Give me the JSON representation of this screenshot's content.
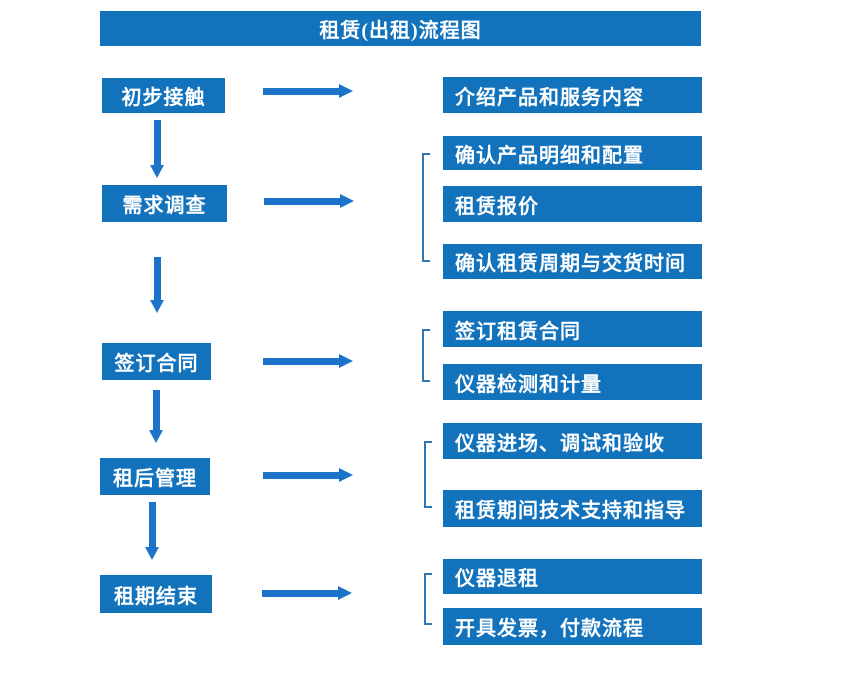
{
  "title": "租赁(出租)流程图",
  "colors": {
    "box_blue": "#1272bc",
    "arrow_blue": "#1b74c9",
    "bracket_blue": "#2e75b6",
    "text_white": "#ffffff"
  },
  "stages": [
    {
      "label": "初步接触",
      "items": [
        "介绍产品和服务内容"
      ]
    },
    {
      "label": "需求调查",
      "items": [
        "确认产品明细和配置",
        "租赁报价",
        "确认租赁周期与交货时间"
      ]
    },
    {
      "label": "签订合同",
      "items": [
        "签订租赁合同",
        "仪器检测和计量"
      ]
    },
    {
      "label": "租后管理",
      "items": [
        "仪器进场、调试和验收",
        "租赁期间技术支持和指导"
      ]
    },
    {
      "label": "租期结束",
      "items": [
        "仪器退租",
        "开具发票，付款流程"
      ]
    }
  ]
}
